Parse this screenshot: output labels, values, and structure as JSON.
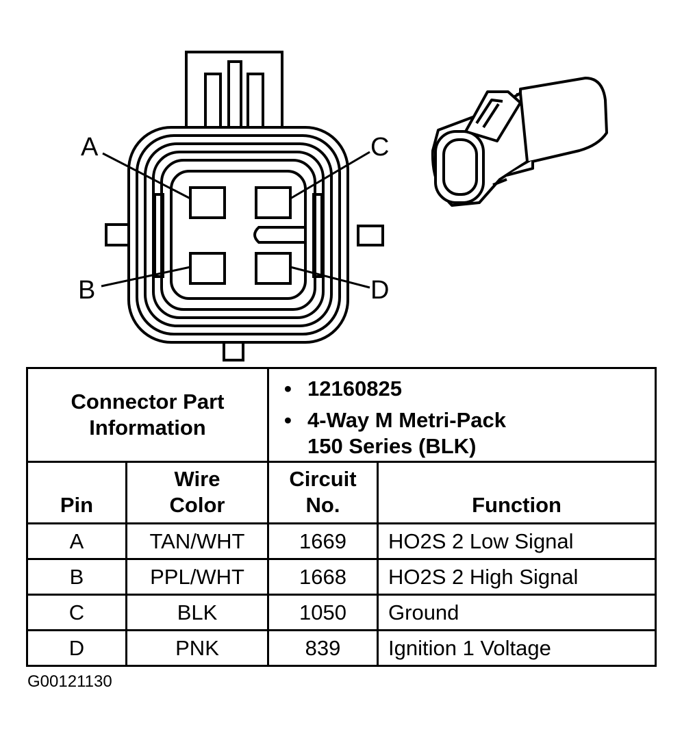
{
  "pin_labels": {
    "a": "A",
    "b": "B",
    "c": "C",
    "d": "D"
  },
  "connector_info": {
    "label_line1": "Connector Part",
    "label_line2": "Information",
    "part_number": "12160825",
    "description_line1": "4-Way M Metri-Pack",
    "description_line2": "150 Series (BLK)"
  },
  "table": {
    "headers": {
      "pin": "Pin",
      "wire_color_line1": "Wire",
      "wire_color_line2": "Color",
      "circuit_line1": "Circuit",
      "circuit_line2": "No.",
      "function": "Function"
    },
    "rows": [
      {
        "pin": "A",
        "wire_color": "TAN/WHT",
        "circuit": "1669",
        "function": "HO2S 2 Low Signal"
      },
      {
        "pin": "B",
        "wire_color": "PPL/WHT",
        "circuit": "1668",
        "function": "HO2S 2 High Signal"
      },
      {
        "pin": "C",
        "wire_color": "BLK",
        "circuit": "1050",
        "function": "Ground"
      },
      {
        "pin": "D",
        "wire_color": "PNK",
        "circuit": "839",
        "function": "Ignition 1 Voltage"
      }
    ]
  },
  "figure_code": "G00121130"
}
